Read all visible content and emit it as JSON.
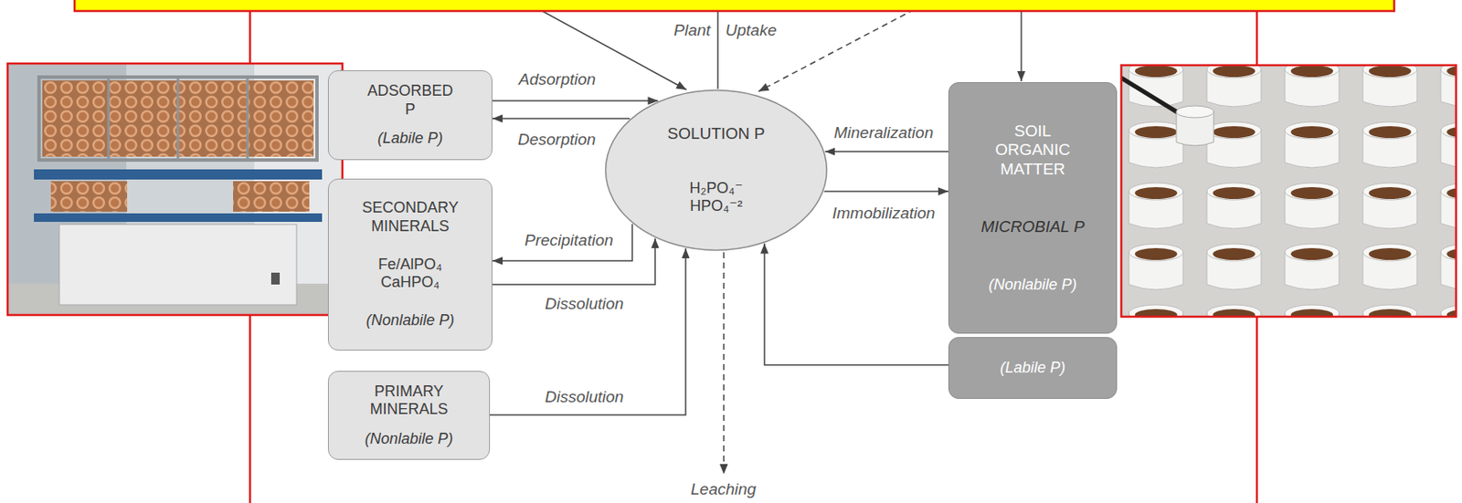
{
  "diagram": {
    "nodes": [
      {
        "text": [
          "ADSORBED P",
          "(Labile P)"
        ]
      },
      {
        "text": [
          "SECONDARY MINERALS",
          "Fe/AlPO₄ CaHPO₄",
          "(Nonlabile P)"
        ]
      },
      {
        "text": [
          "PRIMARY MINERALS",
          "(Nonlabile P)"
        ]
      },
      {
        "text": [
          "SOLUTION P",
          "H₂PO₄⁻ HPO₄⁻²"
        ]
      },
      {
        "text": [
          "SOIL ORGANIC MATTER",
          "MICROBIAL P",
          "(Nonlabile P)"
        ]
      },
      {
        "text": [
          "(Labile P)"
        ]
      }
    ],
    "edges": [
      {
        "from": 0,
        "to": 3,
        "label": "Adsorption",
        "arrow": "to"
      },
      {
        "from": 3,
        "to": 0,
        "label": "Desorption",
        "arrow": "to"
      },
      {
        "from": 3,
        "to": 1,
        "label": "Precipitation",
        "arrow": "to"
      },
      {
        "from": 1,
        "to": 3,
        "label": "Dissolution",
        "arrow": "to"
      },
      {
        "from": 2,
        "to": 3,
        "label": "Dissolution",
        "arrow": "to"
      },
      {
        "from": 4,
        "to": 3,
        "label": "Mineralization",
        "arrow": "to"
      },
      {
        "from": 3,
        "to": 4,
        "label": "Immobilization",
        "arrow": "to"
      },
      {
        "from": 5,
        "to": 3,
        "arrow": "to"
      }
    ],
    "labels": [
      "Plant",
      "Uptake",
      "Leaching"
    ]
  }
}
